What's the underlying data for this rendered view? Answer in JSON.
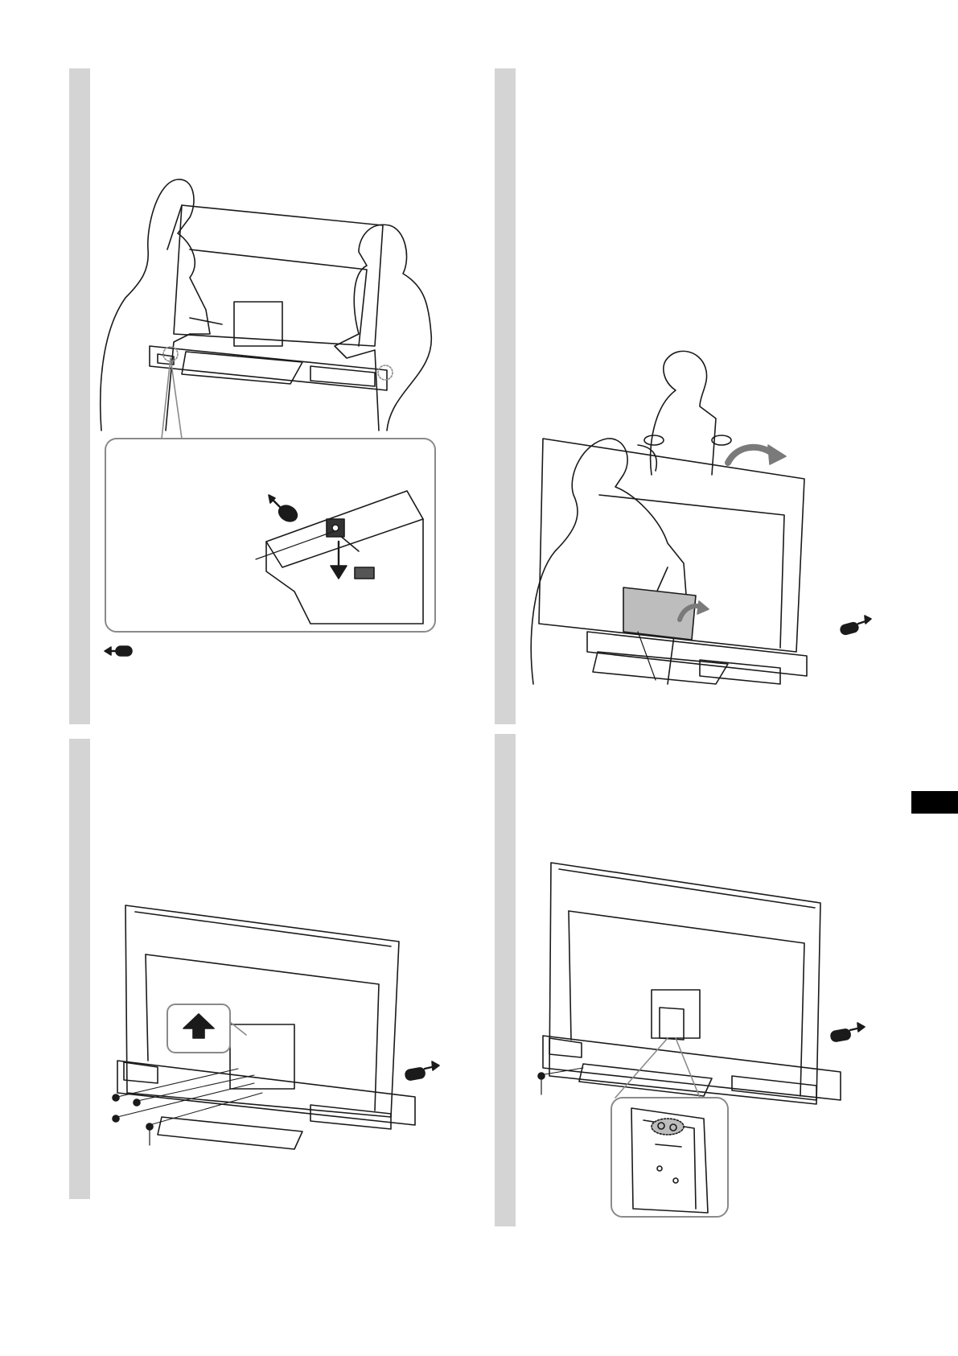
{
  "page": {
    "background": "#ffffff",
    "step_bar_color": "#d4d4d4",
    "line_color": "#1a1a1a",
    "callout_border_color": "#8a8a8a",
    "accent_gray": "#7a7a7a"
  },
  "steps": [
    {
      "id": "step-lift-tv-onto-stand",
      "icons": [
        "two-person-silhouette-icon",
        "tv-rear-icon",
        "magnified-callout-icon",
        "downward-arrow-icon",
        "tool-pointer-icon"
      ]
    },
    {
      "id": "step-lift-tv-up",
      "icons": [
        "two-person-silhouette-icon",
        "tv-rear-icon",
        "curved-arrow-icon",
        "tool-pointer-icon"
      ]
    },
    {
      "id": "step-fasten-screws",
      "icons": [
        "tv-rear-icon",
        "up-arrow-icon",
        "screw-icon",
        "tool-pointer-icon"
      ]
    },
    {
      "id": "step-attach-bracket-screw",
      "icons": [
        "tv-rear-icon",
        "screw-icon",
        "magnified-callout-icon",
        "tool-pointer-icon"
      ]
    }
  ],
  "side_tab": {
    "color": "#000000"
  }
}
